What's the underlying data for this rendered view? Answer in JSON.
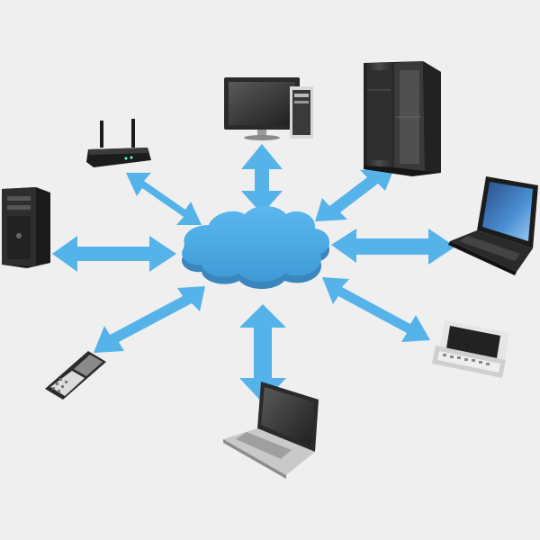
{
  "colors": {
    "background": "#efefef",
    "cloud": "#4aa8e0",
    "cloud_edge": "#3a8fc8",
    "arrow": "#55b3ea",
    "device_dark": "#2a2a2a",
    "device_silver": "#cfcfcf",
    "screen_blue": "#3d7fc9"
  },
  "center": {
    "icon": "cloud-icon"
  },
  "devices": [
    {
      "name": "server-rack",
      "icon": "server-rack-icon"
    },
    {
      "name": "desktop-monitor",
      "icon": "desktop-computer-icon"
    },
    {
      "name": "wifi-router",
      "icon": "router-icon"
    },
    {
      "name": "tower-pc",
      "icon": "tower-pc-icon"
    },
    {
      "name": "black-laptop",
      "icon": "laptop-icon"
    },
    {
      "name": "smartphone",
      "icon": "smartphone-icon"
    },
    {
      "name": "silver-laptop",
      "icon": "laptop-icon"
    },
    {
      "name": "mobile-phone",
      "icon": "mobile-phone-icon"
    }
  ]
}
